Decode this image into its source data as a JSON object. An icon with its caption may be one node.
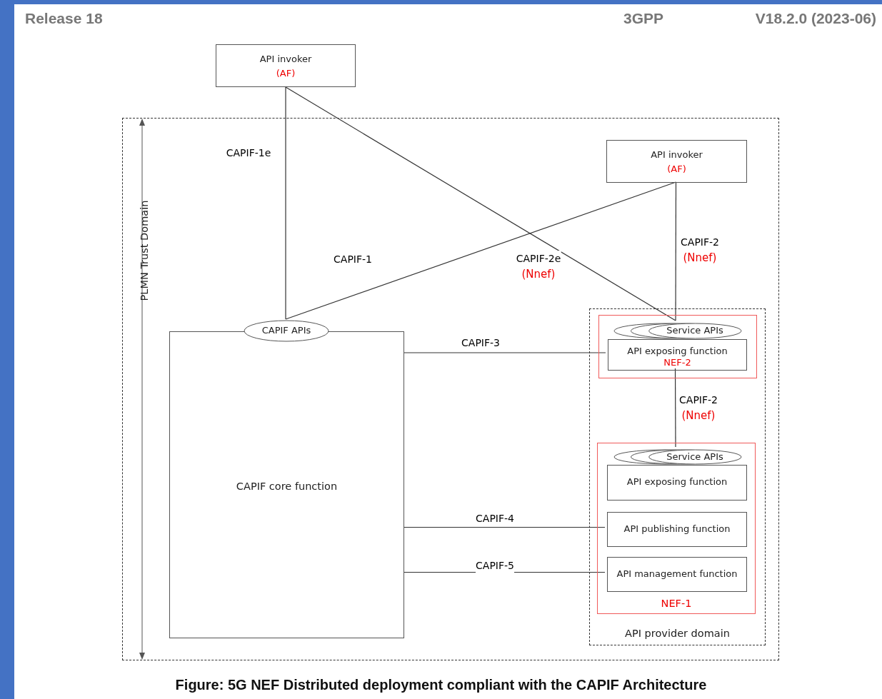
{
  "diagram": {
    "caption": "Figure: 5G NEF Distributed deployment compliant with the CAPIF Architecture",
    "nodes": [
      {
        "text": [
          "PLMN Trust Domain"
        ]
      },
      {
        "text": [
          "API invoker",
          "(AF)"
        ]
      },
      {
        "text": [
          "API invoker",
          "(AF)"
        ],
        "in": 0
      },
      {
        "text": [
          "CAPIF core function"
        ],
        "in": 0
      },
      {
        "text": [
          "CAPIF APIs"
        ],
        "in": 0
      },
      {
        "text": [
          "API provider domain"
        ],
        "in": 0
      },
      {
        "text": [],
        "shape": "box",
        "in": 5
      },
      {
        "text": [
          "API exposing function",
          "NEF-2"
        ],
        "in": 6
      },
      {
        "text": [
          "Service APIs"
        ],
        "in": 6
      },
      {
        "text": [
          "NEF-1"
        ],
        "in": 5
      },
      {
        "text": [
          "API exposing function"
        ],
        "in": 9
      },
      {
        "text": [
          "Service APIs"
        ],
        "in": 9
      },
      {
        "text": [
          "API publishing function"
        ],
        "in": 9
      },
      {
        "text": [
          "API management function"
        ],
        "in": 9
      }
    ],
    "edges": [
      {
        "from": 1,
        "to": 4,
        "arrow": "none",
        "label": "CAPIF-1e"
      },
      {
        "from": 1,
        "to": 8,
        "arrow": "none",
        "label": "CAPIF-2e (Nnef)"
      },
      {
        "from": 2,
        "to": 4,
        "arrow": "none",
        "label": "CAPIF-1"
      },
      {
        "from": 2,
        "to": 8,
        "arrow": "none",
        "label": "CAPIF-2 (Nnef)"
      },
      {
        "from": 3,
        "to": 7,
        "arrow": "none",
        "label": "CAPIF-3"
      },
      {
        "from": 7,
        "to": 11,
        "arrow": "none",
        "label": "CAPIF-2 (Nnef)"
      },
      {
        "from": 3,
        "to": 12,
        "arrow": "none",
        "label": "CAPIF-4"
      },
      {
        "from": 3,
        "to": 13,
        "arrow": "none",
        "label": "CAPIF-5"
      }
    ],
    "labels": [
      "Release 18",
      "3GPP",
      "V18.2.0 (2023-06)"
    ]
  }
}
